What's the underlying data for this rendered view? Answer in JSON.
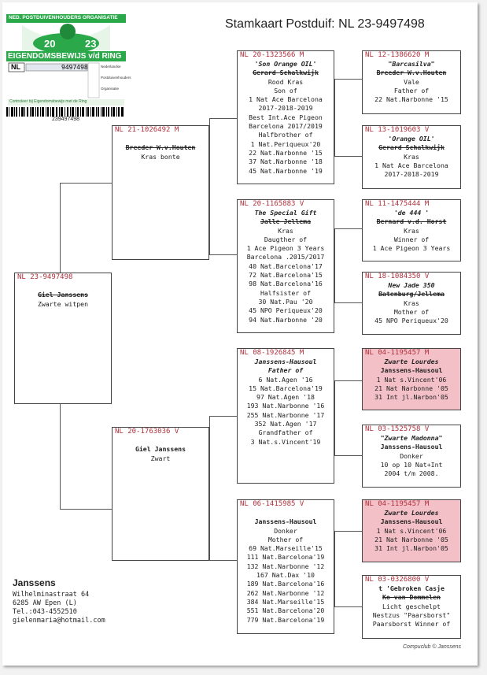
{
  "header": {
    "title": "Stamkaart Postduif: NL  23-9497498"
  },
  "ring_card": {
    "org": "NED. POSTDUIVENHOUDERS ORGANISATIE",
    "year_left": "20",
    "year_right": "23",
    "label": "EIGENDOMSBEWIJS v/d RING",
    "country": "NL",
    "number": "9497498",
    "legend_n": "Nederlandse",
    "legend_p": "Postduivenhouders",
    "legend_o": "Organisatie",
    "footer_text": "Controleer bij Eigendomsbewijs met de Ring",
    "barcode_number": "239497498"
  },
  "pigeons": [
    {
      "head": "NL  23-9497498",
      "lines": [
        [
          "",
          ""
        ],
        [
          "Giel Janssens",
          "b s"
        ],
        [
          "Zwarte witpen",
          ""
        ]
      ]
    },
    {
      "head": "NL  21-1026492 M",
      "lines": [
        [
          "",
          ""
        ],
        [
          "Breeder W.v.Houten",
          "b s"
        ],
        [
          "Kras bonte",
          ""
        ]
      ]
    },
    {
      "head": "NL  20-1763036 V",
      "lines": [
        [
          "",
          ""
        ],
        [
          "Giel Janssens",
          "b"
        ],
        [
          "Zwart",
          ""
        ]
      ]
    },
    {
      "head": "NL  20-1323566 M",
      "lines": [
        [
          "'Son Orange OIL'",
          "b i"
        ],
        [
          "Gerard Schalkwijk",
          "b s"
        ],
        [
          "Rood Kras",
          ""
        ],
        [
          "Son of",
          ""
        ],
        [
          "1 Nat Ace Barcelona",
          ""
        ],
        [
          "2017-2018-2019",
          ""
        ],
        [
          "Best Int.Ace Pigeon",
          ""
        ],
        [
          "Barcelona 2017/2019",
          ""
        ],
        [
          "Halfbrother of",
          ""
        ],
        [
          "1 Nat.Periqueux'20",
          ""
        ],
        [
          "22 Nat.Narbonne '15",
          ""
        ],
        [
          "37 Nat.Narbonne '18",
          ""
        ],
        [
          "45 Nat.Narbonne '19",
          ""
        ]
      ]
    },
    {
      "head": "NL  20-1165883 V",
      "lines": [
        [
          "The Special Gift",
          "b i"
        ],
        [
          "Jalle Jellema",
          "b s"
        ],
        [
          "Kras",
          ""
        ],
        [
          "Daugther of",
          ""
        ],
        [
          "1 Ace Pigeon 3 Years",
          ""
        ],
        [
          "Barcelona .2015/2017",
          ""
        ],
        [
          "40 Nat.Barcelona'17",
          ""
        ],
        [
          "72 Nat.Barcelona'15",
          ""
        ],
        [
          "98 Nat.Barcelona'16",
          ""
        ],
        [
          "Halfsister of",
          ""
        ],
        [
          "30 Nat.Pau     '20",
          ""
        ],
        [
          "45 NPO Periqueux'20",
          ""
        ],
        [
          "94 Nat.Narbonne '20",
          ""
        ]
      ]
    },
    {
      "head": "NL  08-1926845 M",
      "lines": [
        [
          "Janssens-Hausoul",
          "b i"
        ],
        [
          "Father of",
          "b i"
        ],
        [
          "6 Nat.Agen     '16",
          ""
        ],
        [
          "15 Nat.Barcelona'19",
          ""
        ],
        [
          "97 Nat.Agen     '18",
          ""
        ],
        [
          "193 Nat.Narbonne '16",
          ""
        ],
        [
          "255 Nat.Narbonne '17",
          ""
        ],
        [
          "352 Nat.Agen     '17",
          ""
        ],
        [
          "Grandfather of",
          ""
        ],
        [
          "3 Nat.s.Vincent'19",
          ""
        ]
      ]
    },
    {
      "head": "NL  06-1415985 V",
      "lines": [
        [
          "",
          ""
        ],
        [
          "Janssens-Hausoul",
          "b"
        ],
        [
          "Donker",
          ""
        ],
        [
          "Mother of",
          ""
        ],
        [
          "69 Nat.Marseille'15",
          ""
        ],
        [
          "111 Nat.Barcelona'19",
          ""
        ],
        [
          "132 Nat.Narbonne '12",
          ""
        ],
        [
          "167 Nat.Dax      '10",
          ""
        ],
        [
          "189 Nat.Barcelona'16",
          ""
        ],
        [
          "262 Nat.Narbonne '12",
          ""
        ],
        [
          "384 Nat.Marseille'15",
          ""
        ],
        [
          "551 Nat.Barcelona'20",
          ""
        ],
        [
          "779 Nat.Barcelona'19",
          ""
        ]
      ]
    },
    {
      "head": "NL  12-1386620 M",
      "lines": [
        [
          "\"Barcasilva\"",
          "b i"
        ],
        [
          "Breeder W.v.Houten",
          "b s"
        ],
        [
          "Vale",
          ""
        ],
        [
          "Father of",
          ""
        ],
        [
          "22 Nat.Narbonne '15",
          ""
        ]
      ]
    },
    {
      "head": "NL  13-1019603 V",
      "lines": [
        [
          "'Orange OIL'",
          "b i"
        ],
        [
          "Gerard Schalkwijk",
          "b s"
        ],
        [
          "Kras",
          ""
        ],
        [
          "1 Nat Ace Barcelona",
          ""
        ],
        [
          "2017-2018-2019",
          ""
        ]
      ]
    },
    {
      "head": "NL  11-1475444 M",
      "lines": [
        [
          "'de 444 '",
          "b i"
        ],
        [
          "Bernard v.d. Horst",
          "b s"
        ],
        [
          "Kras",
          ""
        ],
        [
          "Winner of",
          ""
        ],
        [
          "1 Ace Pigeon 3 Years",
          ""
        ]
      ]
    },
    {
      "head": "NL  18-1084350 V",
      "lines": [
        [
          "New Jade 350",
          "b i"
        ],
        [
          "Batenburg/Jellema",
          "b s"
        ],
        [
          "Kras",
          ""
        ],
        [
          "Mother of",
          ""
        ],
        [
          "45 NPO Periqueux'20",
          ""
        ]
      ]
    },
    {
      "head": "NL  04-1195457 M",
      "lines": [
        [
          "Zwarte Lourdes",
          "b i"
        ],
        [
          "Janssens-Hausoul",
          "b"
        ],
        [
          "1 Nat s.Vincent'06",
          ""
        ],
        [
          "21 Nat Narbonne '05",
          ""
        ],
        [
          "31 Int jl.Narbon'05",
          ""
        ]
      ]
    },
    {
      "head": "NL  03-1525758 V",
      "lines": [
        [
          "\"Zwarte Madonna\"",
          "b i"
        ],
        [
          "Janssens-Hausoul",
          "b"
        ],
        [
          "Donker",
          ""
        ],
        [
          "10 op 10 Nat+Int",
          ""
        ],
        [
          "2004  t/m  2008.",
          ""
        ]
      ]
    },
    {
      "head": "NL  04-1195457 M",
      "lines": [
        [
          "Zwarte Lourdes",
          "b i"
        ],
        [
          "Janssens-Hausoul",
          "b"
        ],
        [
          "1 Nat s.Vincent'06",
          ""
        ],
        [
          "21 Nat Narbonne '05",
          ""
        ],
        [
          "31 Int jl.Narbon'05",
          ""
        ]
      ]
    },
    {
      "head": "NL  03-0326800 V",
      "lines": [
        [
          "t 'Gebroken Casje",
          "b"
        ],
        [
          "Ko van Dommelen",
          "b s"
        ],
        [
          "Licht geschelpt",
          ""
        ],
        [
          "Nestzus \"Paarsborst\"",
          ""
        ],
        [
          "Paarsborst Winner of",
          ""
        ]
      ]
    }
  ],
  "owner": {
    "name": "Janssens",
    "street": "Wilhelminastraat 64",
    "city": "6285 AW  Epen (L)",
    "phone": "Tel.:043-4552510",
    "email": "gielenmaria@hotmail.com"
  },
  "footer": "Compuclub © Janssens",
  "colors": {
    "ring_number_red": "#b0303c",
    "pink_highlight": "#f4c0c8",
    "ring_green": "#2aa84a"
  }
}
